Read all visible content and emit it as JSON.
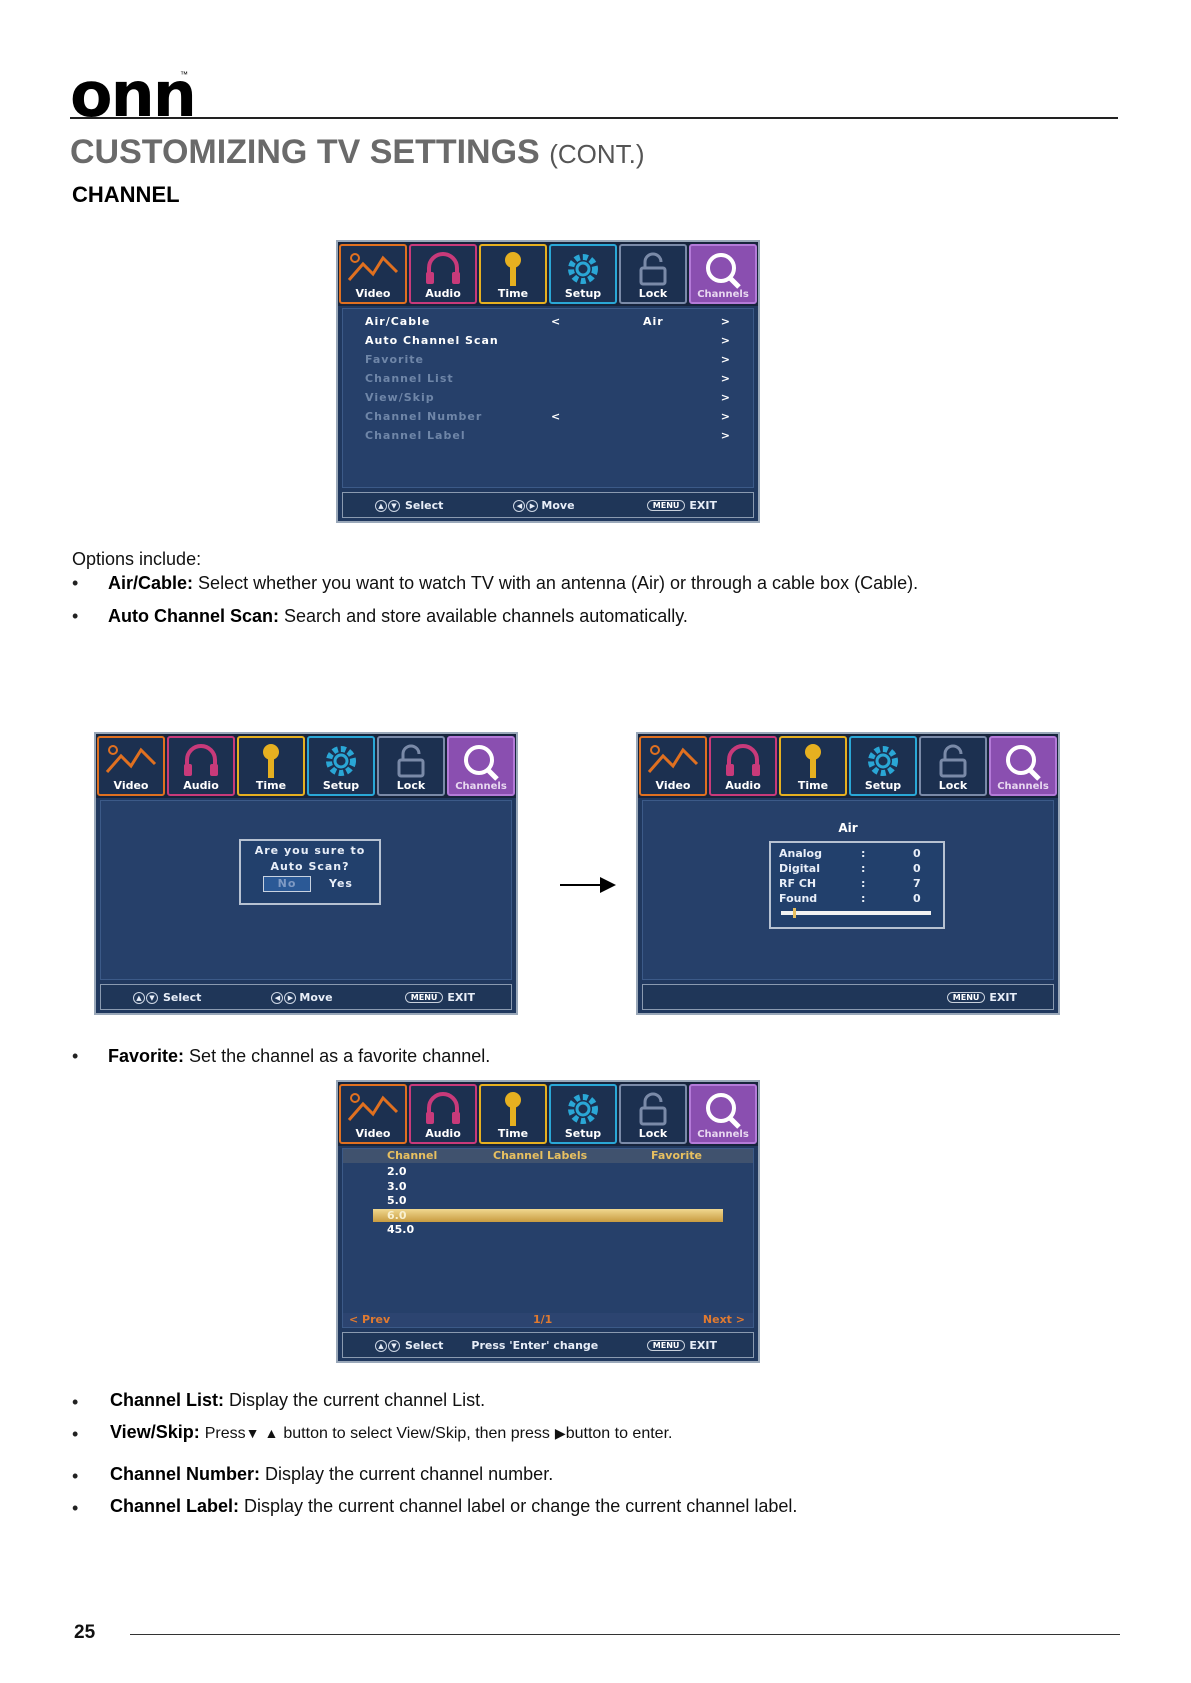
{
  "brand": {
    "logo": "onn",
    "tm": "™"
  },
  "page": {
    "title": "CUSTOMIZING TV SETTINGS",
    "title_suffix": "(CONT.)",
    "section": "CHANNEL",
    "page_number": "25"
  },
  "tabs": [
    "Video",
    "Audio",
    "Time",
    "Setup",
    "Lock",
    "Channels"
  ],
  "menu1": {
    "rows": [
      {
        "label": "Air/Cable",
        "value": "Air",
        "left_arrow": "<",
        "arrow": ">"
      },
      {
        "label": "Auto Channel Scan",
        "value": "",
        "left_arrow": "",
        "arrow": ">"
      },
      {
        "label": "Favorite",
        "value": "",
        "left_arrow": "",
        "arrow": ">"
      },
      {
        "label": "Channel List",
        "value": "",
        "left_arrow": "",
        "arrow": ">"
      },
      {
        "label": "View/Skip",
        "value": "",
        "left_arrow": "",
        "arrow": ">"
      },
      {
        "label": "Channel Number",
        "value": "",
        "left_arrow": "<",
        "arrow": ">"
      },
      {
        "label": "Channel Label",
        "value": "",
        "left_arrow": "",
        "arrow": ">"
      }
    ],
    "footer": {
      "select": "Select",
      "move": "Move",
      "menu": "MENU",
      "exit": "EXIT"
    }
  },
  "options": {
    "intro": "Options include:",
    "bullet": "•",
    "items": [
      {
        "term": "Air/Cable:",
        "desc": "Select whether you want to watch TV with an antenna (Air) or through a cable box (Cable)."
      },
      {
        "term": "Auto Channel Scan:",
        "desc": "Search and store available channels automatically."
      }
    ]
  },
  "confirm_dialog": {
    "line1": "Are you sure to",
    "line2": "Auto Scan?",
    "no": "No",
    "yes": "Yes"
  },
  "scan_result": {
    "title": "Air",
    "rows": [
      {
        "label": "Analog",
        "sep": ":",
        "value": "0"
      },
      {
        "label": "Digital",
        "sep": ":",
        "value": "0"
      },
      {
        "label": "RF CH",
        "sep": ":",
        "value": "7"
      },
      {
        "label": "Found",
        "sep": ":",
        "value": "0"
      }
    ],
    "progress": 0.08
  },
  "favorite": {
    "term": "Favorite:",
    "desc": "Set the channel as a favorite channel."
  },
  "favorite_menu": {
    "headers": [
      "Channel",
      "Channel Labels",
      "Favorite"
    ],
    "channels": [
      "2.0",
      "3.0",
      "5.0",
      "6.0",
      "45.0"
    ],
    "selected": "6.0",
    "prev": "< Prev",
    "page": "1/1",
    "next": "Next >",
    "footer": {
      "select": "Select",
      "hint": "Press 'Enter' change",
      "menu": "MENU",
      "exit": "EXIT"
    }
  },
  "bottom_items": [
    {
      "term": "Channel List:",
      "desc": "Display the current channel List."
    },
    {
      "term": "View/Skip:",
      "desc_a": "Press",
      "desc_b": "button to select View/Skip, then press",
      "desc_c": "button to enter.",
      "down": "▼",
      "up": "▲",
      "right": "▶"
    },
    {
      "term": "Channel Number:",
      "desc": "Display the current channel number."
    },
    {
      "term": "Channel Label:",
      "desc": "Display the current channel label or change the current channel label."
    }
  ],
  "colors": {
    "accent_gold": "#e8c060",
    "tv_blue": "#20385e",
    "channels_tab": "#8a4fb0"
  }
}
